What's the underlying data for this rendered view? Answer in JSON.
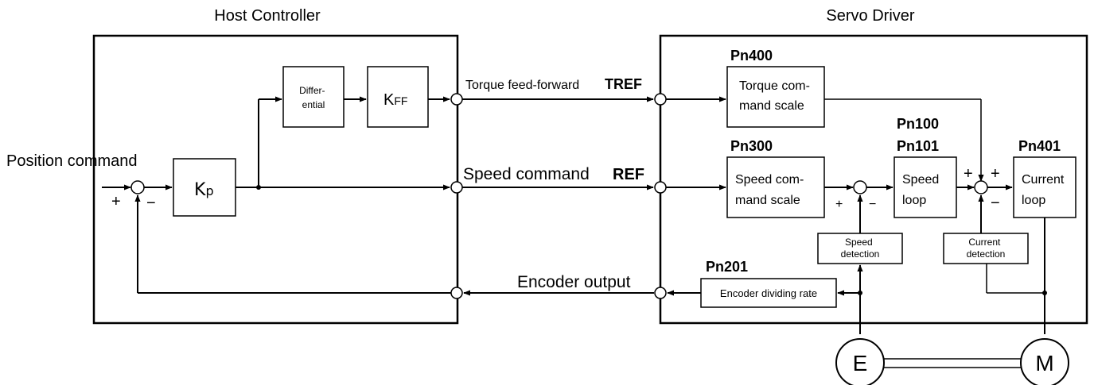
{
  "host": {
    "title": "Host Controller",
    "position_command": "Position command",
    "differential": [
      "Differ-",
      "ential"
    ],
    "kff": "K",
    "kff_sub": "FF",
    "kp": "K",
    "kp_sub": "p",
    "plus": "+",
    "minus": "−"
  },
  "signals": {
    "torque_ff": "Torque feed-forward",
    "tref": "TREF",
    "speed_cmd": "Speed command",
    "ref": "REF",
    "encoder_out": "Encoder output"
  },
  "servo": {
    "title": "Servo Driver",
    "pn400": "Pn400",
    "torque_scale": [
      "Torque com-",
      "mand scale"
    ],
    "pn300": "Pn300",
    "speed_scale": [
      "Speed com-",
      "mand scale"
    ],
    "pn100": "Pn100",
    "pn101": "Pn101",
    "speed_loop": [
      "Speed",
      "loop"
    ],
    "pn401": "Pn401",
    "current_loop": [
      "Current",
      "loop"
    ],
    "speed_detection": [
      "Speed",
      "detection"
    ],
    "current_detection": [
      "Current",
      "detection"
    ],
    "pn201": "Pn201",
    "encoder_dividing": "Encoder dividing rate",
    "encoder": "E",
    "motor": "M"
  }
}
